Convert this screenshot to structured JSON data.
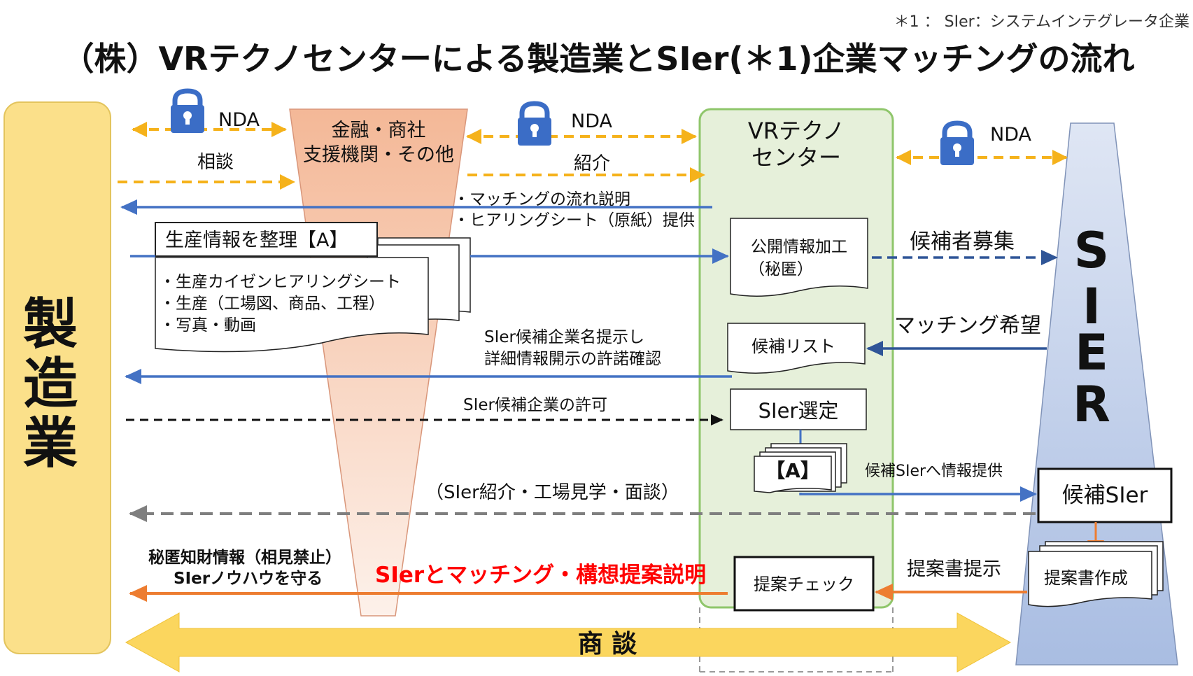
{
  "footnote": "＊1 ： SIer：システムインテグレータ企業",
  "title": "（株）VRテクノセンターによる製造業とSIer(＊1)企業マッチングの流れ",
  "colors": {
    "manufacturing_fill": "#fbe08a",
    "finance_fill": "#f4b897",
    "vr_fill": "#e6f0da",
    "vr_border": "#8fc66b",
    "sier_fill": "#b7c7e6",
    "nda_arrow": "#f5b21b",
    "blue_arrow": "#4472c4",
    "dashed_blue": "#2f5597",
    "orange_arrow": "#ed7d31",
    "gray_arrow": "#7f7f7f",
    "lock": "#3b6dc6",
    "red_text": "#ff0000",
    "shodan_fill": "#fbd65e"
  },
  "manufacturing": {
    "label": "製造業"
  },
  "finance": {
    "line1": "金融・商社",
    "line2": "支援機関・その他"
  },
  "vr_center": {
    "line1": "VRテクノ",
    "line2": "センター"
  },
  "sier": {
    "label": "SIER"
  },
  "nda": [
    "NDA",
    "NDA",
    "NDA"
  ],
  "labels": {
    "soudan": "相談",
    "shoukai": "紹介",
    "flow_explain": "・マッチングの流れ説明",
    "hearing_sheet": "・ヒアリングシート（原紙）提供",
    "candidate_recruit": "候補者募集",
    "matching_wish": "マッチング希望",
    "sier_candidate_line1": "SIer候補企業名提示し",
    "sier_candidate_line2": "詳細情報開示の許諾確認",
    "sier_permit": "SIer候補企業の許可",
    "info_provide": "候補SIerへ情報提供",
    "sier_intro": "（SIer紹介・工場見学・面談）",
    "secret_line1": "秘匿知財情報（相見禁止）",
    "secret_line2": "SIerノウハウを守る",
    "red_matching": "SIerとマッチング・構想提案説明",
    "proposal_present": "提案書提示",
    "shodan": "商 談"
  },
  "production_doc": {
    "title": "生産情報を整理【A】",
    "items": [
      "・生産カイゼンヒアリングシート",
      "・生産（工場図、商品、工程）",
      "・写真・動画"
    ]
  },
  "boxes": {
    "public_info_line1": "公開情報加工",
    "public_info_line2": "（秘匿）",
    "candidate_list": "候補リスト",
    "sier_select": "SIer選定",
    "doc_a": "【A】",
    "candidate_sier": "候補SIer",
    "proposal_make": "提案書作成",
    "proposal_check": "提案チェック"
  }
}
